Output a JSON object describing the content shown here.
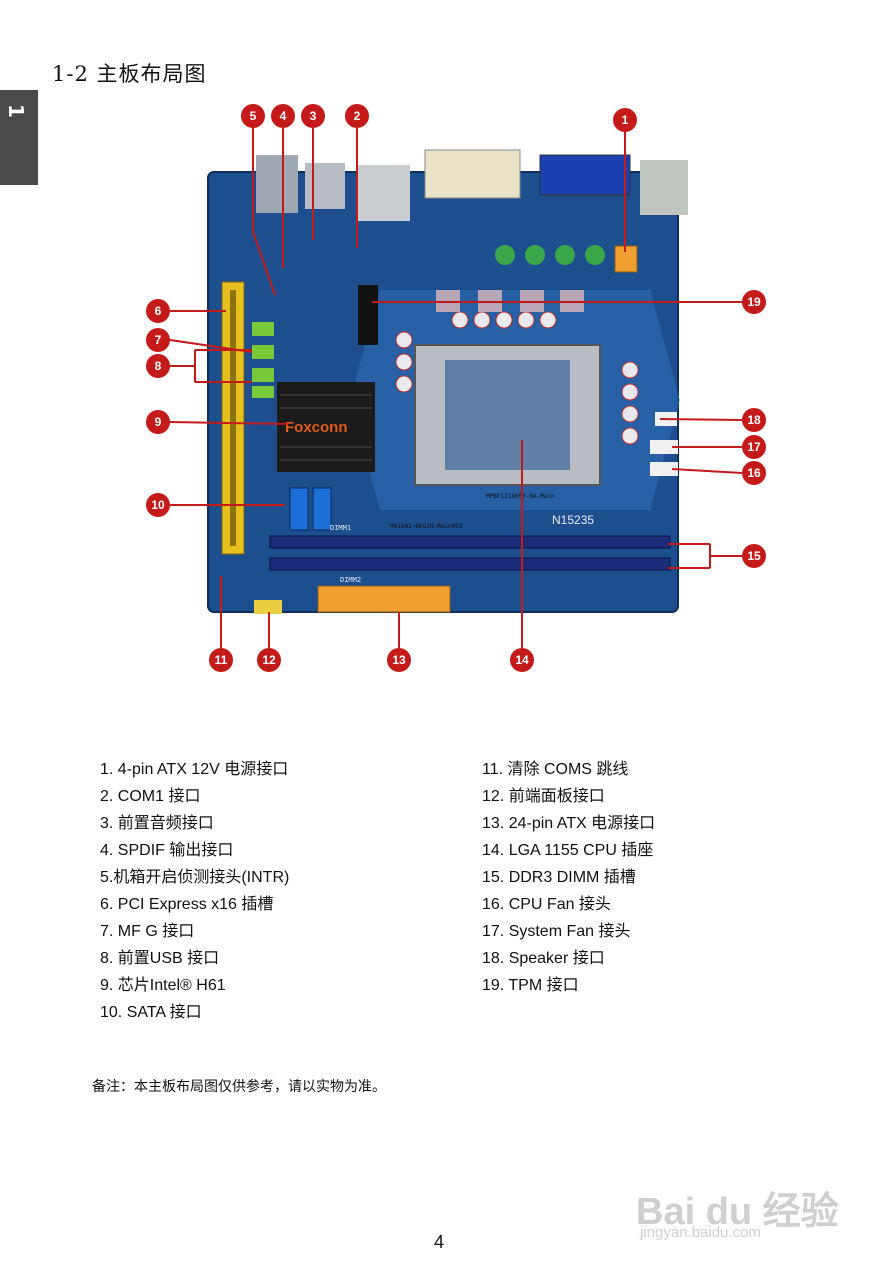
{
  "side_tab": {
    "label": "1"
  },
  "section_title": "1-2 主板布局图",
  "board": {
    "brand": "Foxconn",
    "model_mark": "N15235",
    "dimm_label": "DIMM1",
    "dimm2_label": "DIMM2",
    "board_code": "H61S01-6KS2H-Main003",
    "mpbf_code": "MPBF1218000-0A-Main"
  },
  "callouts": [
    "1",
    "2",
    "3",
    "4",
    "5",
    "6",
    "7",
    "8",
    "9",
    "10",
    "11",
    "12",
    "13",
    "14",
    "15",
    "16",
    "17",
    "18",
    "19"
  ],
  "list_left": [
    "1. 4-pin ATX 12V 电源接口",
    "2. COM1 接口",
    "3. 前置音频接口",
    "4. SPDIF 输出接口",
    "5.机箱开启侦测接头(INTR)",
    "6. PCI Express x16 插槽",
    "7. MF G 接口",
    "8. 前置USB 接口",
    "9. 芯片Intel® H61",
    "10. SATA 接口"
  ],
  "list_right": [
    "11. 清除  COMS 跳线",
    "12. 前端面板接口",
    "13. 24-pin ATX 电源接口",
    "14. LGA 1155 CPU 插座",
    "15. DDR3 DIMM 插槽",
    "16. CPU Fan 接头",
    "17. System Fan 接头",
    "18. Speaker 接口",
    "19. TPM 接口"
  ],
  "note": "备注：本主板布局图仅供参考，请以实物为准。",
  "page_number": "4",
  "watermark": {
    "main": "Bai du 经验",
    "sub": "jingyan.baidu.com"
  },
  "colors": {
    "board": "#1d4f8f",
    "callout": "#c41a1a",
    "pcie": "#e7c020",
    "dimm": "#1c2b7a"
  }
}
